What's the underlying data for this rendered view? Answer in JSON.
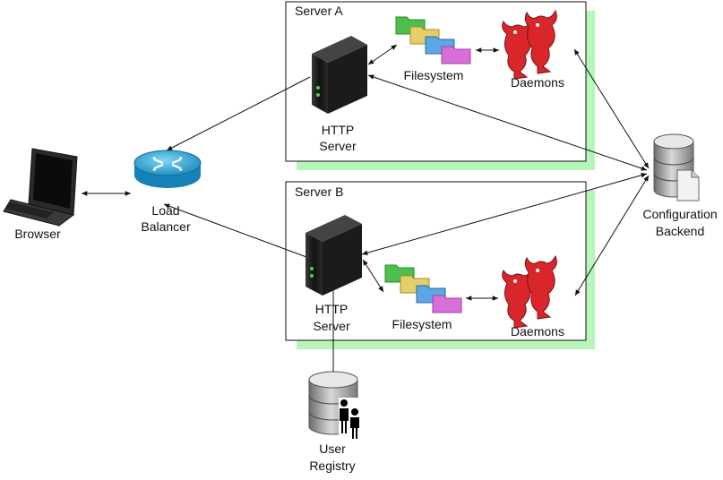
{
  "servers": {
    "a": {
      "title": "Server A"
    },
    "b": {
      "title": "Server B"
    }
  },
  "nodes": {
    "browser": "Browser",
    "load_balancer": [
      "Load",
      "Balancer"
    ],
    "http_server_a": [
      "HTTP",
      "Server"
    ],
    "http_server_b": [
      "HTTP",
      "Server"
    ],
    "filesystem_a": "Filesystem",
    "filesystem_b": "Filesystem",
    "daemons_a": "Daemons",
    "daemons_b": "Daemons",
    "config_backend": [
      "Configuration",
      "Backend"
    ],
    "user_registry": [
      "User",
      "Registry"
    ]
  },
  "colors": {
    "shadow": "#b8f5b8",
    "router": "#1aa6d8",
    "daemon": "#d9262b",
    "server": "#1a1a1a"
  }
}
